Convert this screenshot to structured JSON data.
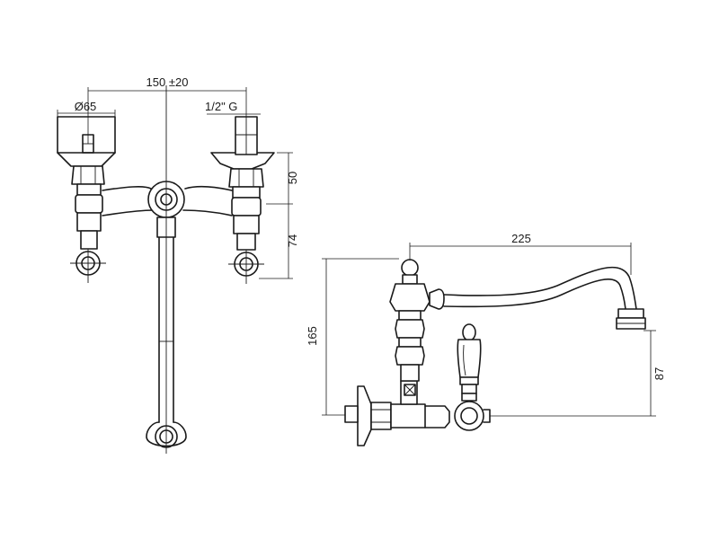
{
  "dimensions": {
    "spacing": "150 ±20",
    "rosette_diameter": "Ø65",
    "thread": "1/2\" G",
    "valve_height": "50",
    "offset_height": "74",
    "spout_reach": "225",
    "total_height": "165",
    "spout_height": "87"
  }
}
